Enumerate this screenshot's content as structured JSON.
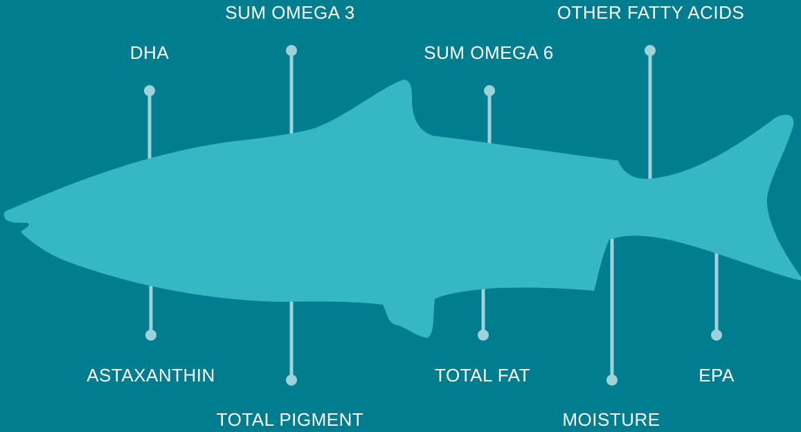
{
  "colors": {
    "background": "#007d8e",
    "fish": "#36b7c4",
    "connector": "#9dd2d9",
    "text": "#ffffff"
  },
  "labels": {
    "sum_omega_3": "SUM OMEGA 3",
    "other_fatty_acids": "OTHER FATTY ACIDS",
    "dha": "DHA",
    "sum_omega_6": "SUM OMEGA 6",
    "astaxanthin": "ASTAXANTHIN",
    "total_fat": "TOTAL FAT",
    "epa": "EPA",
    "total_pigment": "TOTAL PIGMENT",
    "moisture": "MOISTURE"
  }
}
